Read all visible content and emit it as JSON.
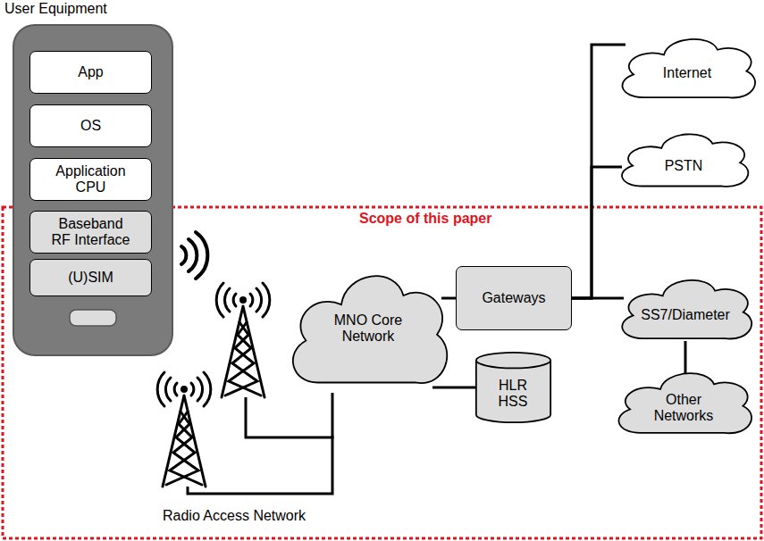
{
  "diagram": {
    "nodes": [
      {
        "text": [
          "User Equipment"
        ]
      },
      {
        "text": [
          "App"
        ],
        "in": 0
      },
      {
        "text": [
          "OS"
        ],
        "in": 0
      },
      {
        "text": [
          "Application CPU"
        ],
        "in": 0
      },
      {
        "text": [
          "Baseband RF Interface"
        ],
        "in": 0
      },
      {
        "text": [
          "(U)SIM"
        ],
        "in": 0
      },
      {
        "text": [
          "Internet"
        ]
      },
      {
        "text": [
          "PSTN"
        ]
      },
      {
        "text": [
          "MNO Core Network"
        ]
      },
      {
        "text": [
          "Gateways"
        ]
      },
      {
        "text": [
          "SS7/Diameter"
        ]
      },
      {
        "text": [
          "HLR HSS"
        ]
      },
      {
        "text": [
          "Other Networks"
        ]
      }
    ],
    "edges": [
      {
        "from": 8,
        "to": 9,
        "arrow": "none"
      },
      {
        "from": 8,
        "to": 11,
        "arrow": "none"
      },
      {
        "from": 9,
        "to": 6,
        "arrow": "none"
      },
      {
        "from": 9,
        "to": 7,
        "arrow": "none"
      },
      {
        "from": 9,
        "to": 10,
        "arrow": "none"
      },
      {
        "from": 10,
        "to": 12,
        "arrow": "none"
      }
    ],
    "labels": [
      "Scope of this paper",
      "Radio Access Network"
    ]
  }
}
